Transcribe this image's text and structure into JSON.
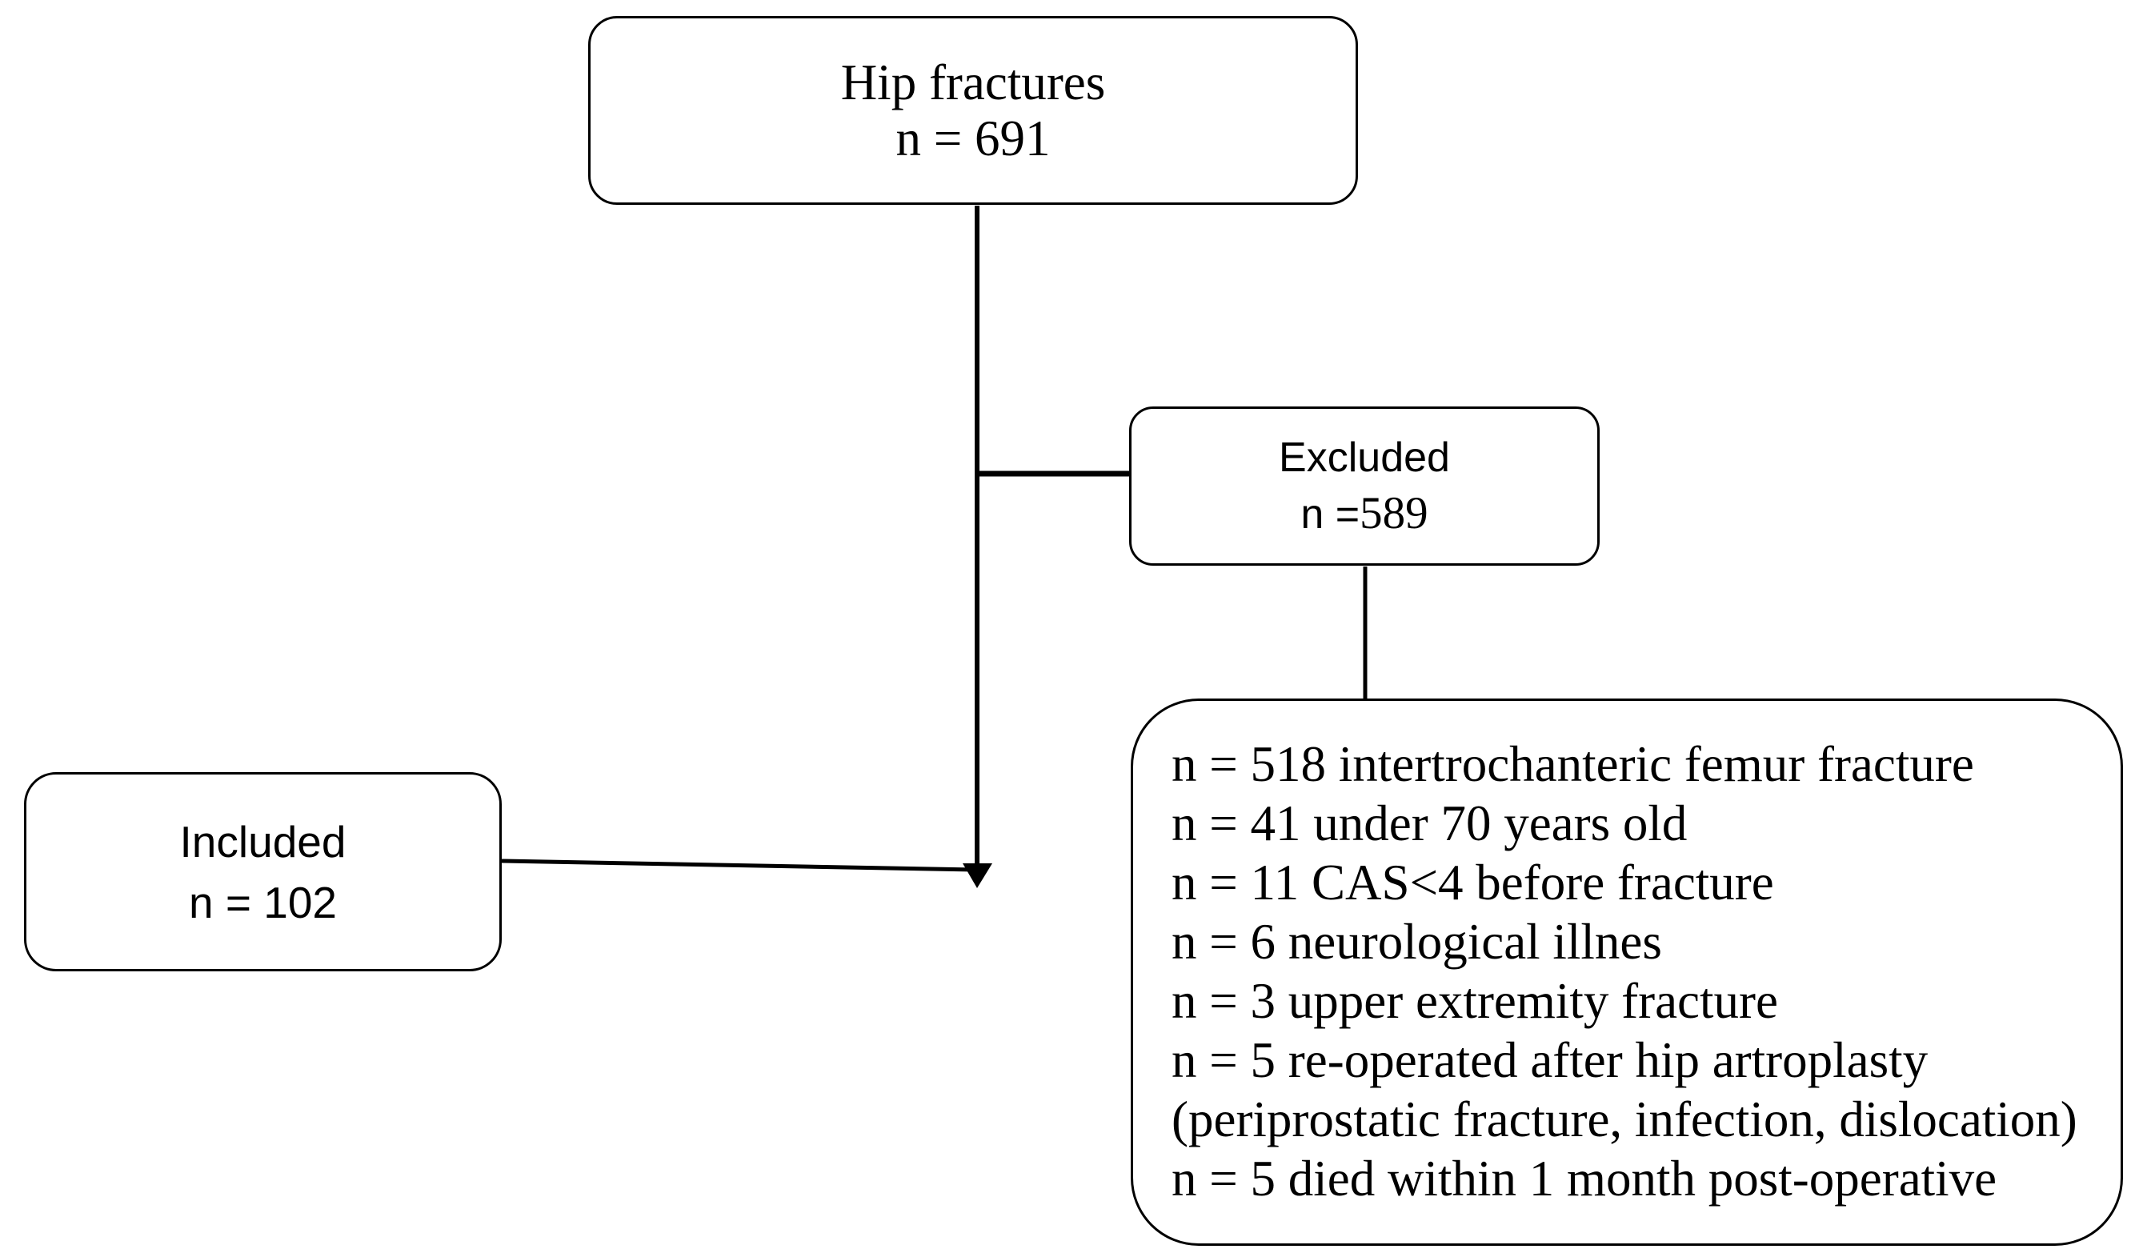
{
  "figure": {
    "type": "flowchart",
    "background_color": "#ffffff",
    "ink_color": "#000000"
  },
  "nodes": {
    "hip_fractures": {
      "line1": "Hip fractures",
      "line2": "n = 691"
    },
    "excluded": {
      "line1": "Excluded",
      "line2_prefix": "n =",
      "line2_value": "589"
    },
    "included": {
      "line1": "Included",
      "line2": "n = 102"
    },
    "exclusion_reasons": {
      "lines": [
        "n = 518 intertrochanteric femur fracture",
        "n = 41 under 70 years old",
        "n = 11 CAS<4 before fracture",
        "n = 6 neurological illnes",
        "n = 3 upper extremity fracture",
        "n = 5 re-operated after hip artroplasty",
        "(periprostatic fracture, infection, dislocation)",
        "n = 5 died within 1 month post-operative"
      ]
    }
  },
  "edges": [
    {
      "from": "hip_fractures",
      "to": "excluded",
      "style": "line"
    },
    {
      "from": "hip_fractures",
      "to": "included",
      "style": "arrow-down-at-junction"
    },
    {
      "from": "excluded",
      "to": "exclusion_reasons",
      "style": "line"
    }
  ]
}
